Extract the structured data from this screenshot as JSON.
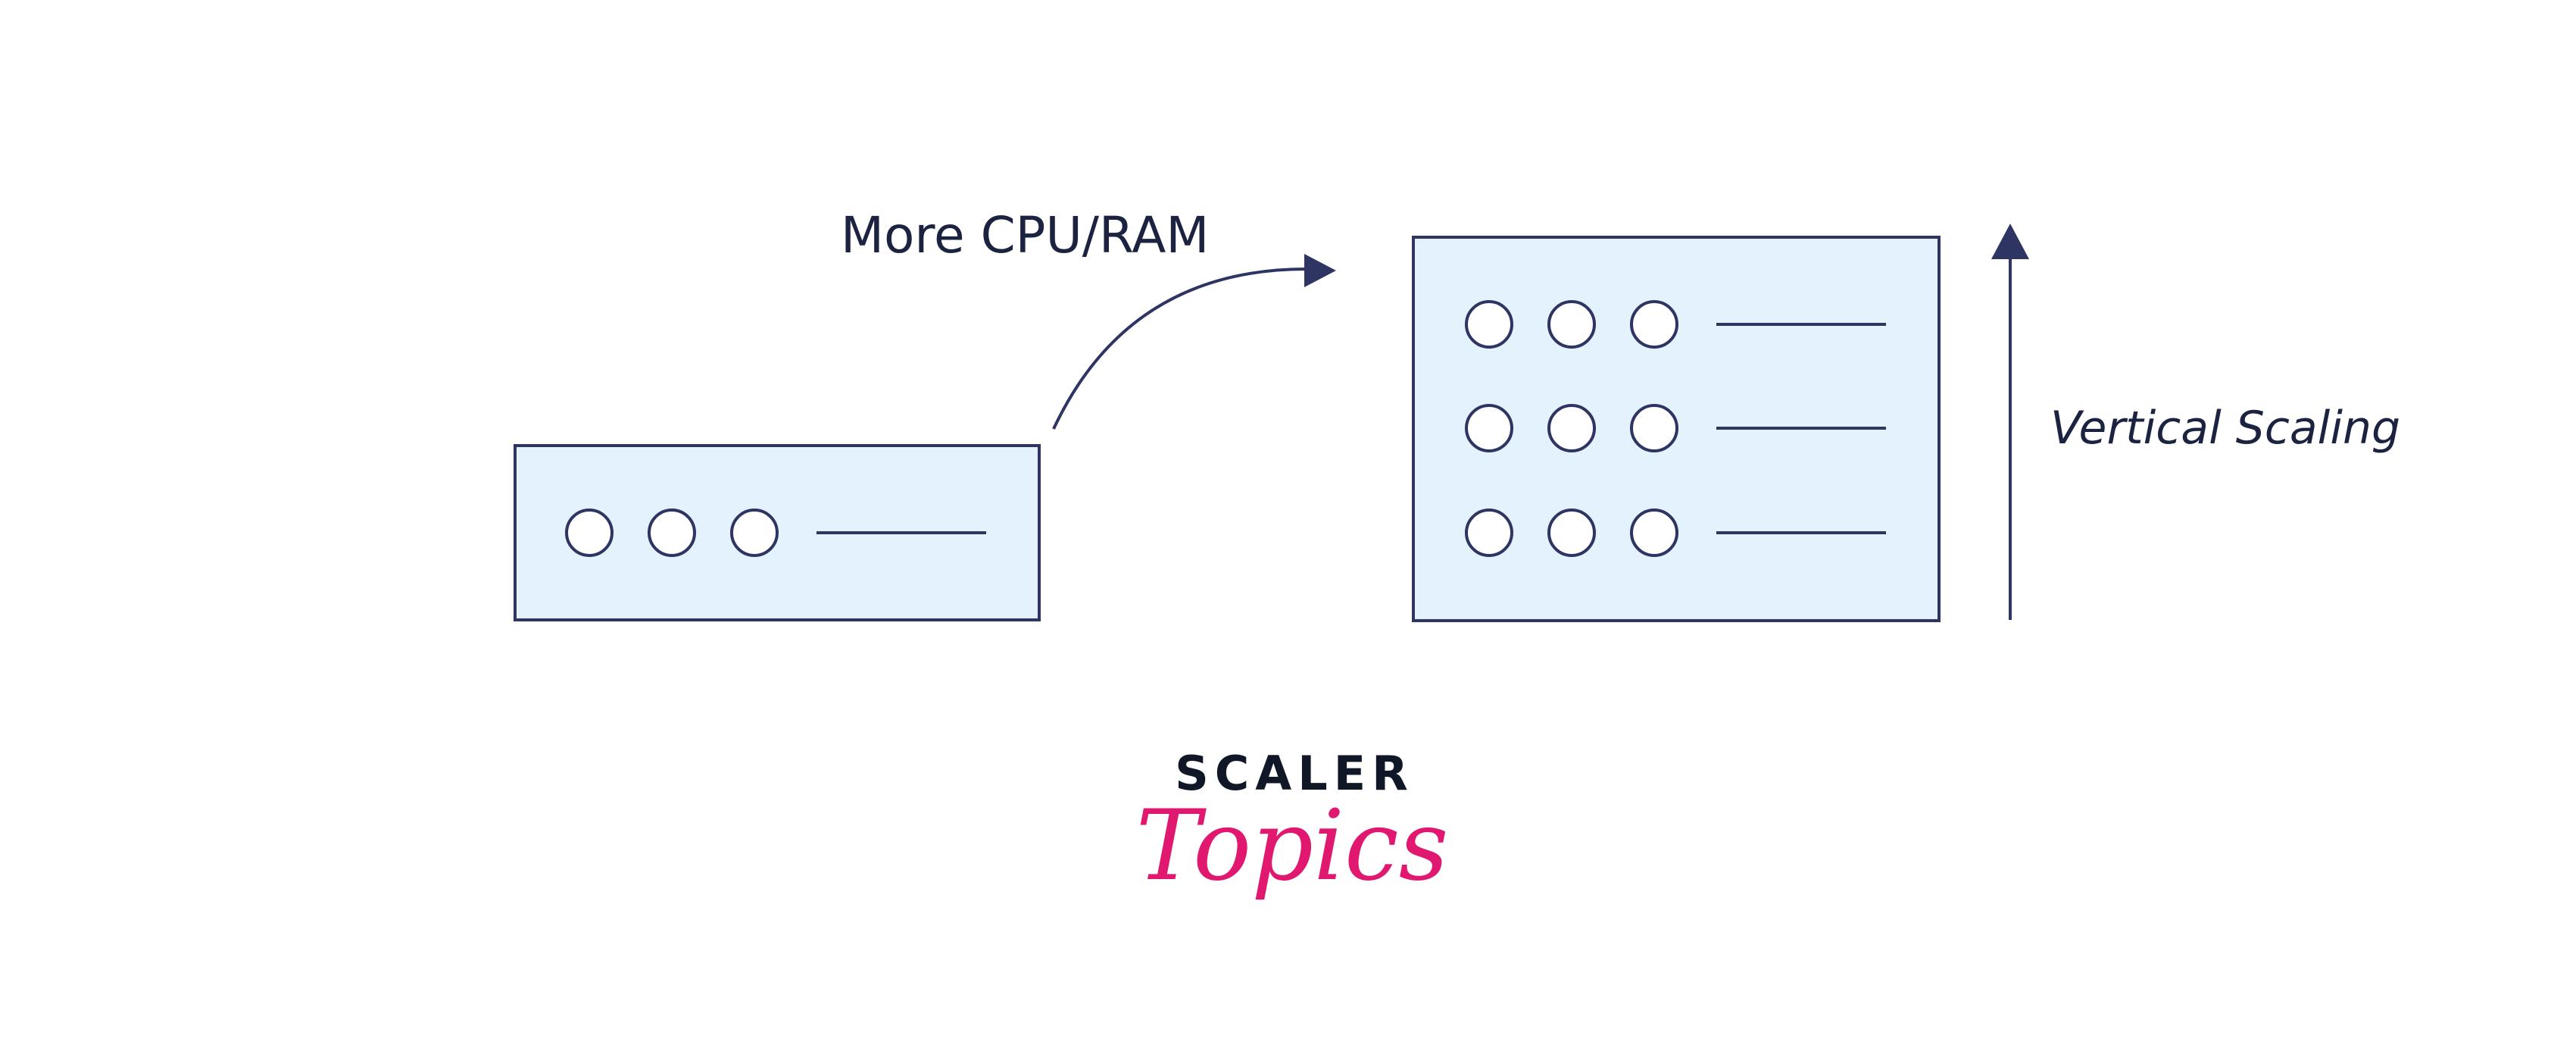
{
  "labels": {
    "upgrade": "More CPU/RAM",
    "scaling": "Vertical Scaling"
  },
  "logo": {
    "line1": "SCALER",
    "line2": "Topics"
  },
  "colors": {
    "stroke": "#2e3563",
    "box_fill": "#e3f2fd",
    "text": "#1c2340",
    "logo_dark": "#101828",
    "logo_pink": "#e0186f"
  },
  "servers": [
    {
      "id": "small",
      "rows": 1,
      "leds_per_row": 3
    },
    {
      "id": "large",
      "rows": 3,
      "leds_per_row": 3
    }
  ]
}
